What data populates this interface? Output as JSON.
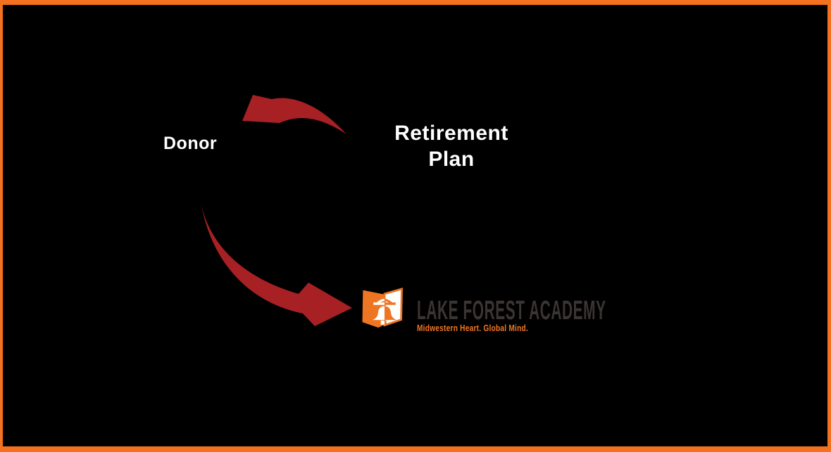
{
  "frame": {
    "background_color": "#000000",
    "border_color": "#F3711F"
  },
  "colors": {
    "arrow_red": "#A62024",
    "brand_orange": "#EE7623",
    "wordmark_charcoal": "#3A3432",
    "label_white": "#FFFFFF"
  },
  "diagram": {
    "donor_label": "Donor",
    "retirement_plan_label": "Retirement Plan",
    "arrows": [
      {
        "name": "arrow-retirement-plan-to-donor",
        "from": "Retirement Plan",
        "to": "Donor"
      },
      {
        "name": "arrow-donor-to-academy",
        "from": "Donor",
        "to": "Lake Forest Academy"
      }
    ]
  },
  "logo": {
    "organization": "Lake Forest Academy",
    "wordmark": "LAKE FOREST ACADEMY",
    "tagline": "Midwestern Heart. Global Mind.",
    "icon": "open-book-bell-icon"
  }
}
